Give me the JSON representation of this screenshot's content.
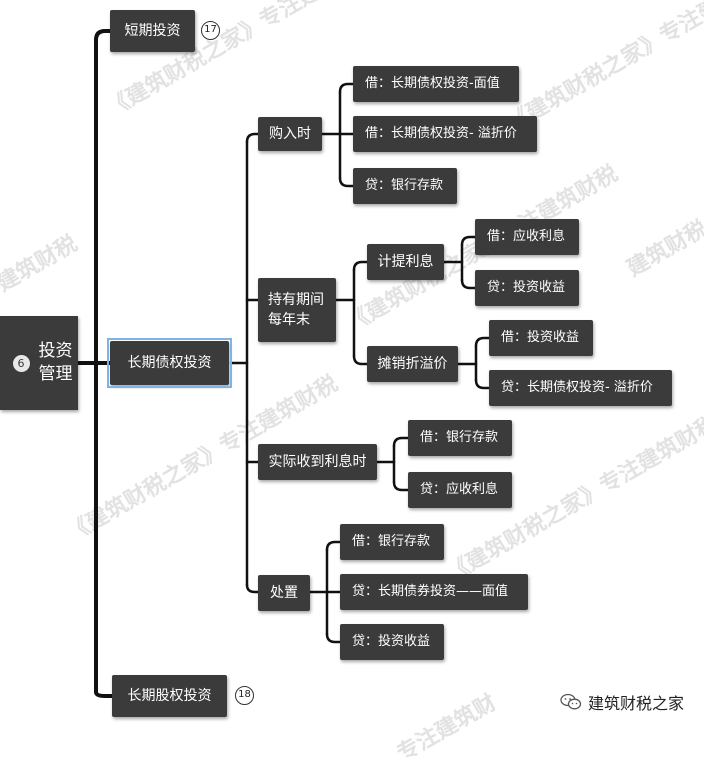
{
  "root": {
    "label": "投资\n管理",
    "badge": "6"
  },
  "level1": {
    "short_term": {
      "label": "短期投资",
      "ref": "17"
    },
    "long_term_debt": {
      "label": "长期债权投资"
    },
    "long_term_equity": {
      "label": "长期股权投资",
      "ref": "18"
    }
  },
  "purchase": {
    "label": "购入时",
    "items": [
      "借：长期债权投资-面值",
      "借：长期债权投资- 溢折价",
      "贷：银行存款"
    ]
  },
  "holding": {
    "label": "持有期间\n每年末",
    "accrue": {
      "label": "计提利息",
      "items": [
        "借：应收利息",
        "贷：投资收益"
      ]
    },
    "amortize": {
      "label": "摊销折溢价",
      "items": [
        "借：投资收益",
        "贷：长期债权投资- 溢折价"
      ]
    }
  },
  "receipt": {
    "label": "实际收到利息时",
    "items": [
      "借：银行存款",
      "贷：应收利息"
    ]
  },
  "disposal": {
    "label": "处置",
    "items": [
      "借：银行存款",
      "贷：长期债券投资——面值",
      "贷：投资收益"
    ]
  },
  "watermark": {
    "brand": "建筑财税之家",
    "phrase1": "《建筑财税之家》专注建筑财税",
    "phrase2": "《建筑财税之家》专注建筑财",
    "phrase3": "建筑财税",
    "phrase4": "专注建筑财"
  }
}
